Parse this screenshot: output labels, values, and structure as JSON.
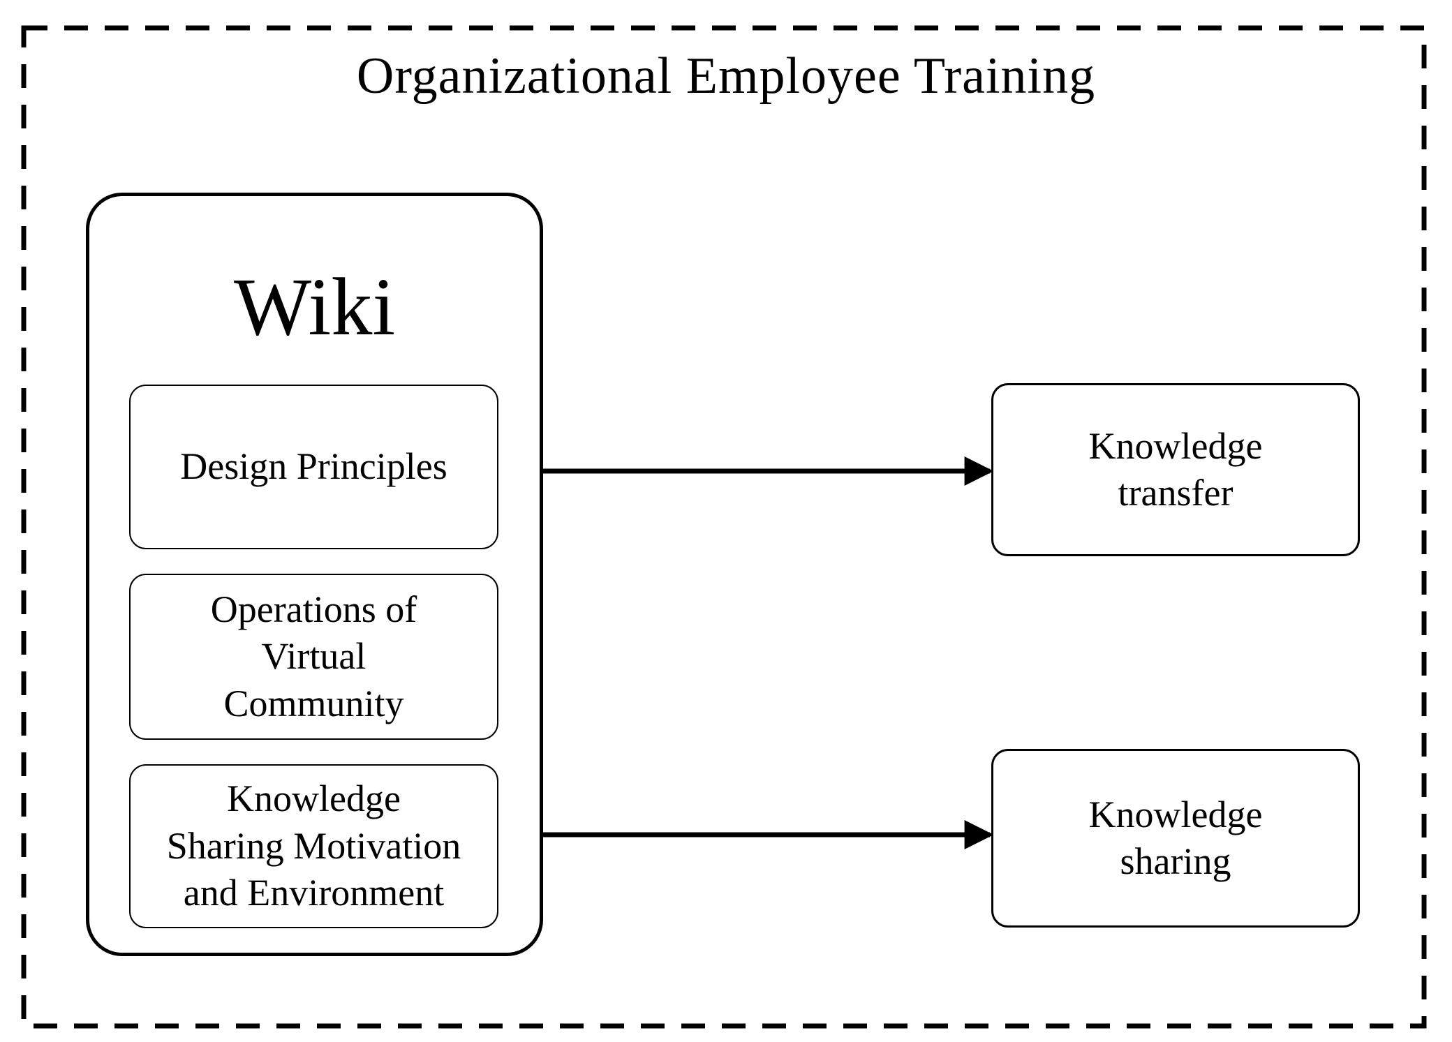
{
  "diagram": {
    "title": "Organizational Employee Training",
    "wiki": {
      "title": "Wiki",
      "components": [
        "Design Principles",
        "Operations of\nVirtual\nCommunity",
        "Knowledge\nSharing Motivation\nand Environment"
      ]
    },
    "outcomes": [
      "Knowledge\ntransfer",
      "Knowledge\nsharing"
    ],
    "connections": [
      {
        "from": "Design Principles",
        "to": "Knowledge transfer"
      },
      {
        "from": "Knowledge Sharing Motivation and Environment",
        "to": "Knowledge sharing"
      }
    ]
  }
}
